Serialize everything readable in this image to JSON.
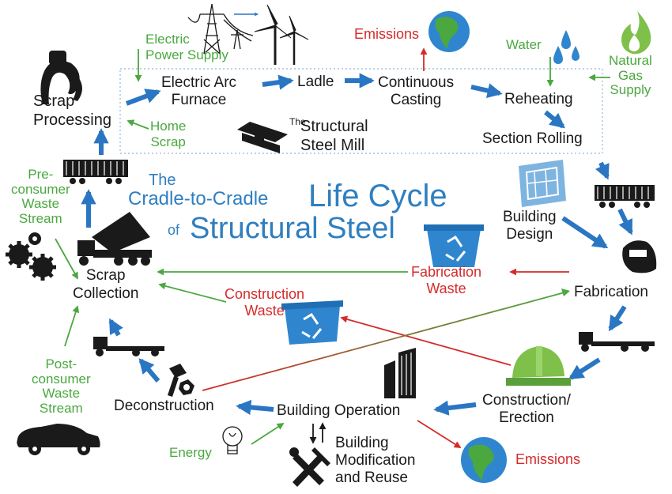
{
  "title": {
    "the": "The",
    "cradle": "Cradle-to-Cradle",
    "life_cycle": "Life Cycle",
    "of": "of",
    "structural_steel": "Structural Steel"
  },
  "nodes": {
    "electric_power_supply": "Electric\nPower Supply",
    "scrap_processing": "Scrap\nProcessing",
    "electric_arc_furnace": "Electric Arc\nFurnace",
    "ladle": "Ladle",
    "continuous_casting": "Continuous\nCasting",
    "emissions_top": "Emissions",
    "water": "Water",
    "natural_gas_supply": "Natural\nGas\nSupply",
    "reheating": "Reheating",
    "section_rolling": "Section Rolling",
    "home_scrap": "Home\nScrap",
    "mill_the": "The",
    "mill_name": "Structural\nSteel Mill",
    "pre_consumer": "Pre-\nconsumer\nWaste\nStream",
    "building_design": "Building\nDesign",
    "scrap_collection": "Scrap\nCollection",
    "fabrication_waste": "Fabrication\nWaste",
    "fabrication": "Fabrication",
    "construction_waste": "Construction\nWaste",
    "post_consumer": "Post-\nconsumer\nWaste\nStream",
    "deconstruction": "Deconstruction",
    "building_operation": "Building Operation",
    "construction_erection": "Construction/\nErection",
    "energy": "Energy",
    "building_modification": "Building\nModification\nand Reuse",
    "emissions_bottom": "Emissions"
  },
  "colors": {
    "blue_arrow": "#2a76c2",
    "green": "#4aa83f",
    "red": "#d52b2b",
    "title_blue": "#2f7fc0",
    "text": "#1a1a1a",
    "recycle_bin": "#2f86cf"
  },
  "icons": [
    "power-tower-icon",
    "wind-turbine-icon",
    "globe-icon",
    "water-drop-icon",
    "flame-icon",
    "scrap-grapple-icon",
    "steel-beam-icon",
    "rail-car-icon",
    "dump-truck-icon",
    "gears-icon",
    "blueprint-icon",
    "recycle-bin-icon",
    "welding-mask-icon",
    "flatbed-truck-icon",
    "hard-hat-icon",
    "building-icon",
    "bolt-nut-icon",
    "car-icon",
    "light-bulb-icon",
    "tools-icon"
  ]
}
